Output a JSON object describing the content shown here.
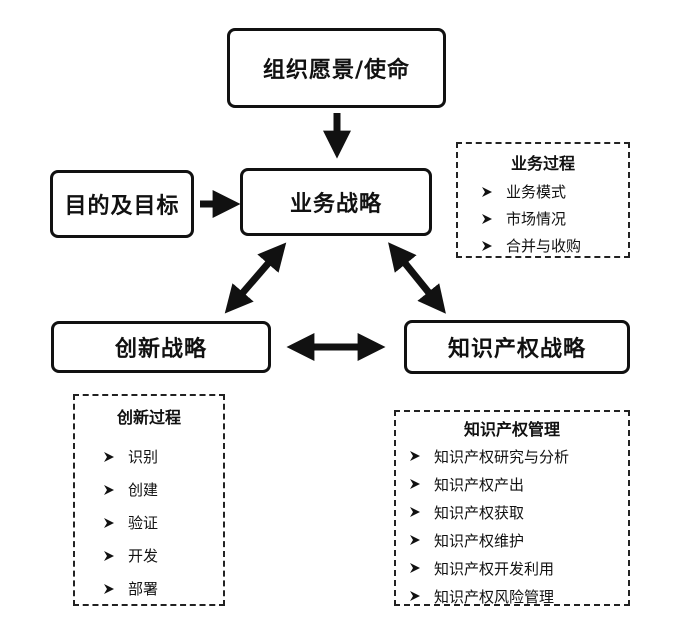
{
  "boxes": {
    "vision": "组织愿景/使命",
    "business_strategy": "业务战略",
    "goals": "目的及目标",
    "innovation_strategy": "创新战略",
    "ip_strategy": "知识产权战略"
  },
  "business_process": {
    "title": "业务过程",
    "items": [
      "业务模式",
      "市场情况",
      "合并与收购"
    ]
  },
  "innovation_process": {
    "title": "创新过程",
    "items": [
      "识别",
      "创建",
      "验证",
      "开发",
      "部署"
    ]
  },
  "ip_management": {
    "title": "知识产权管理",
    "items": [
      "知识产权研究与分析",
      "知识产权产出",
      "知识产权获取",
      "知识产权维护",
      "知识产权开发利用",
      "知识产权风险管理"
    ]
  }
}
